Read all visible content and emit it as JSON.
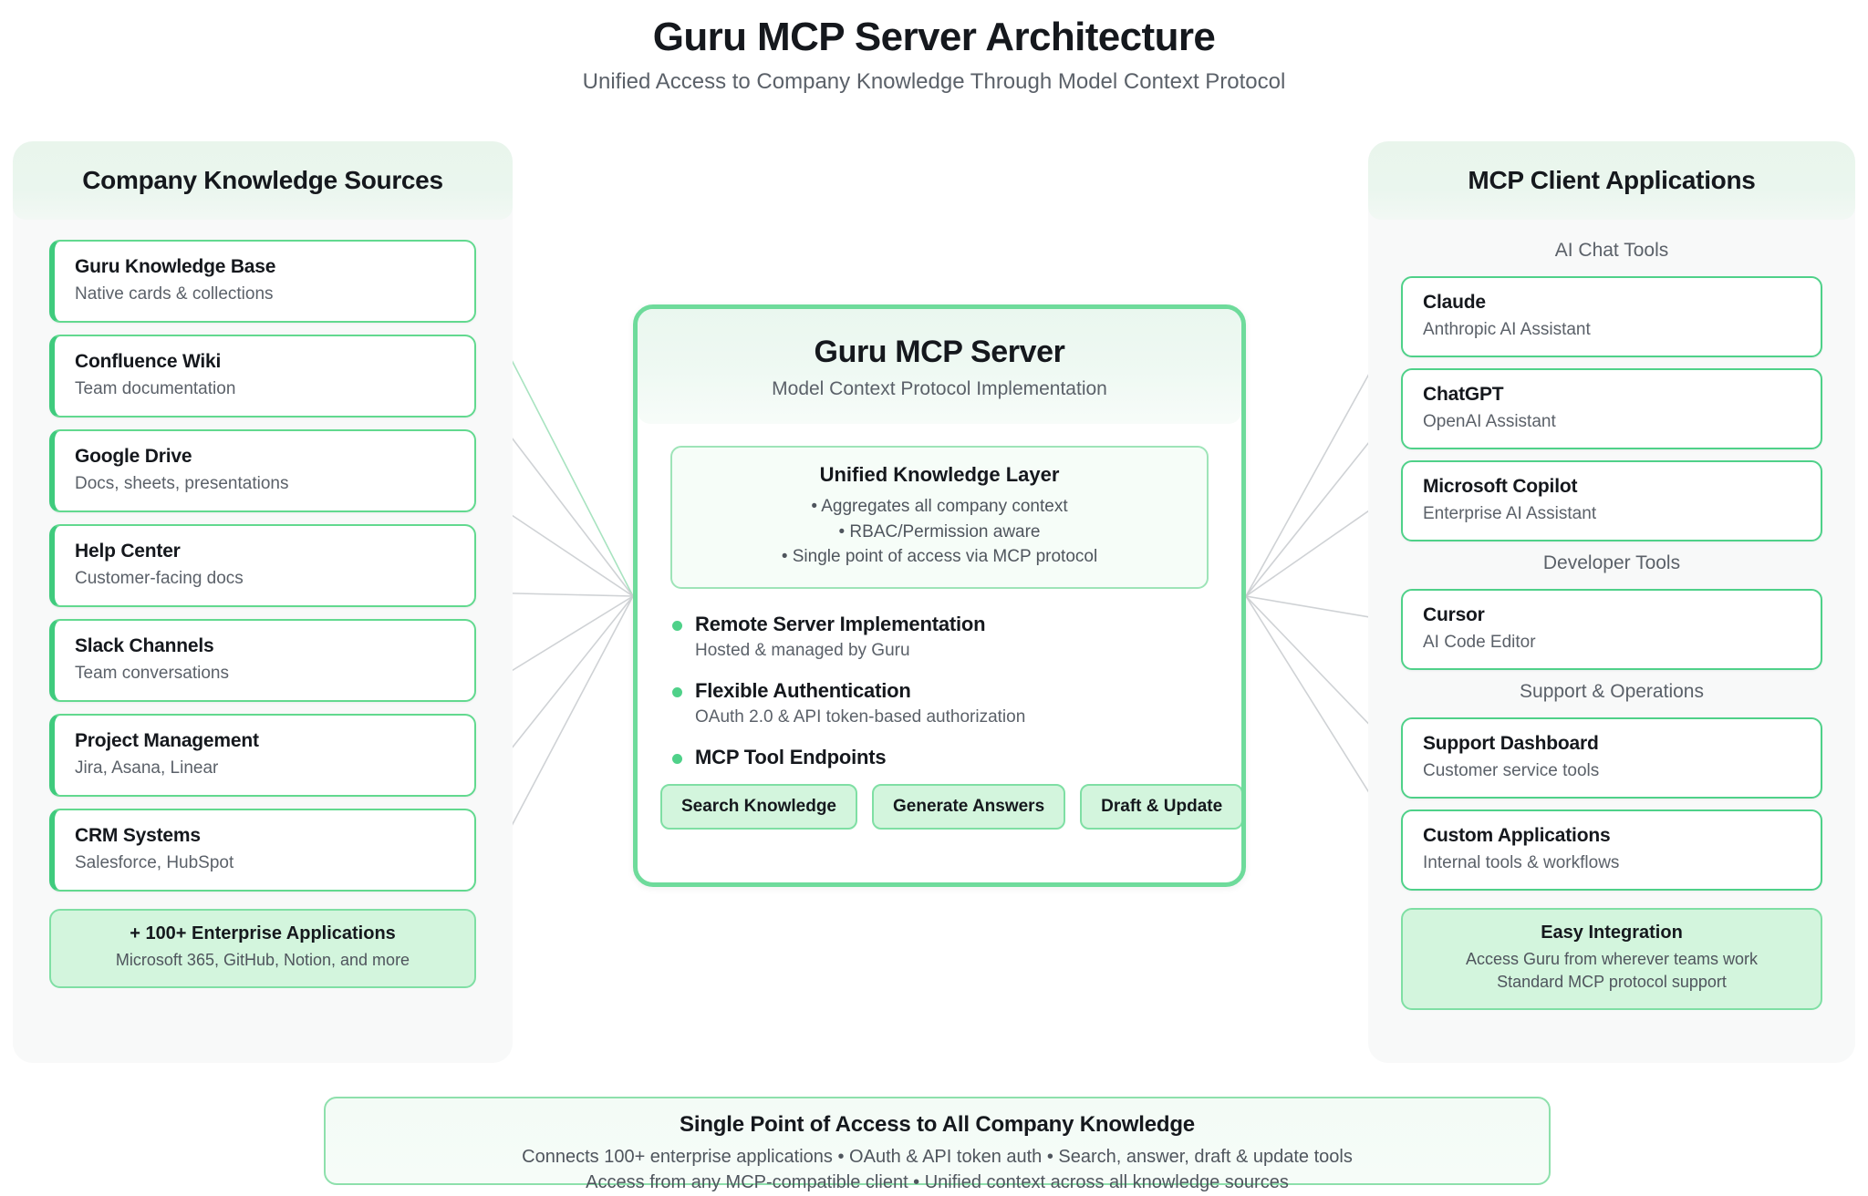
{
  "header": {
    "title": "Guru MCP Server Architecture",
    "subtitle": "Unified Access to Company Knowledge Through Model Context Protocol"
  },
  "colors": {
    "accent_green": "#4fd189",
    "accent_green_strong": "#3fcb7d",
    "panel_bg": "#f8f9f9",
    "highlight_fill": "#d3f5dd",
    "text_primary": "#15181d",
    "text_secondary": "#5b6169",
    "connector_gray": "#cfd2d5"
  },
  "left_panel": {
    "title": "Company Knowledge Sources",
    "sources": [
      {
        "name": "Guru Knowledge Base",
        "desc": "Native cards & collections"
      },
      {
        "name": "Confluence Wiki",
        "desc": "Team documentation"
      },
      {
        "name": "Google Drive",
        "desc": "Docs, sheets, presentations"
      },
      {
        "name": "Help Center",
        "desc": "Customer-facing docs"
      },
      {
        "name": "Slack Channels",
        "desc": "Team conversations"
      },
      {
        "name": "Project Management",
        "desc": "Jira, Asana, Linear"
      },
      {
        "name": "CRM Systems",
        "desc": "Salesforce, HubSpot"
      }
    ],
    "highlight": {
      "title": "+ 100+ Enterprise Applications",
      "sub": "Microsoft 365, GitHub, Notion, and more"
    }
  },
  "center": {
    "title": "Guru MCP Server",
    "subtitle": "Model Context Protocol Implementation",
    "unified_layer": {
      "title": "Unified Knowledge Layer",
      "lines": [
        "• Aggregates all company context",
        "• RBAC/Permission aware",
        "• Single point of access via MCP protocol"
      ]
    },
    "features": [
      {
        "name": "Remote Server Implementation",
        "desc": "Hosted & managed by Guru"
      },
      {
        "name": "Flexible Authentication",
        "desc": "OAuth 2.0 & API token-based authorization"
      },
      {
        "name": "MCP Tool Endpoints",
        "desc": ""
      }
    ],
    "tools": [
      "Search Knowledge",
      "Generate Answers",
      "Draft & Update"
    ]
  },
  "right_panel": {
    "title": "MCP Client Applications",
    "groups": [
      {
        "label": "AI Chat Tools",
        "clients": [
          {
            "name": "Claude",
            "desc": "Anthropic AI Assistant"
          },
          {
            "name": "ChatGPT",
            "desc": "OpenAI Assistant"
          },
          {
            "name": "Microsoft Copilot",
            "desc": "Enterprise AI Assistant"
          }
        ]
      },
      {
        "label": "Developer Tools",
        "clients": [
          {
            "name": "Cursor",
            "desc": "AI Code Editor"
          }
        ]
      },
      {
        "label": "Support & Operations",
        "clients": [
          {
            "name": "Support Dashboard",
            "desc": "Customer service tools"
          },
          {
            "name": "Custom Applications",
            "desc": "Internal tools & workflows"
          }
        ]
      }
    ],
    "highlight": {
      "title": "Easy Integration",
      "sub_line_1": "Access Guru from wherever teams work",
      "sub_line_2": "Standard MCP protocol support"
    }
  },
  "footer": {
    "title": "Single Point of Access to All Company Knowledge",
    "line_1": "Connects 100+ enterprise applications • OAuth & API token auth • Search, answer, draft & update tools",
    "line_2": "Access from any MCP-compatible client • Unified context across all knowledge sources"
  }
}
